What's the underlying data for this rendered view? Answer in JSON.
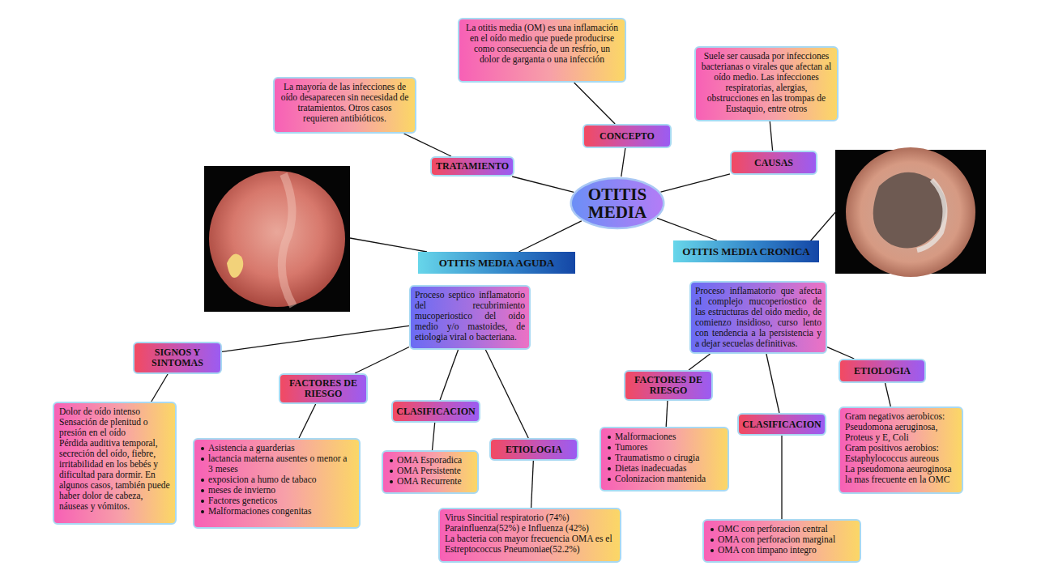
{
  "diagram": {
    "nodes": [
      {
        "text": [
          "La otitis media (OM) es una inflamación en el oído medio que puede producirse como consecuencia de un resfrío, un dolor de garganta o una infección"
        ]
      },
      {
        "text": [
          "Suele ser causada por infecciones bacterianas o virales que afectan al oído medio. Las infecciones respiratorias, alergias, obstrucciones en las trompas de Eustaquio, entre otros"
        ]
      },
      {
        "text": [
          "La mayoría de las infecciones de oído desaparecen sin necesidad de tratamientos. Otros casos requieren antibióticos."
        ]
      },
      {
        "text": [
          "CONCEPTO"
        ]
      },
      {
        "text": [
          "CAUSAS"
        ]
      },
      {
        "text": [
          "TRATAMIENTO"
        ]
      },
      {
        "text": [
          "OTITIS MEDIA"
        ]
      },
      {
        "text": [
          "OTITIS MEDIA AGUDA"
        ]
      },
      {
        "text": [
          "OTITIS MEDIA CRONICA"
        ]
      },
      {
        "text": [
          "Proceso septico inflamatorio del recubrimiento mucoperiostico del oido medio y/o mastoides, de etiologia viral o bacteriana."
        ]
      },
      {
        "text": [
          "Proceso inflamatorio que afecta al complejo mucoperiostico de las estructuras del oido medio, de comienzo insidioso, curso lento con tendencia a la persistencia y a dejar secuelas definitivas."
        ]
      },
      {
        "text": [
          "SIGNOS Y SINTOMAS"
        ]
      },
      {
        "text": [
          "FACTORES DE RIESGO"
        ]
      },
      {
        "text": [
          "CLASIFICACION"
        ]
      },
      {
        "text": [
          "ETIOLOGIA"
        ]
      },
      {
        "text": [
          "FACTORES DE RIESGO"
        ]
      },
      {
        "text": [
          "CLASIFICACION"
        ]
      },
      {
        "text": [
          "ETIOLOGIA"
        ]
      },
      {
        "text": [
          "Dolor de oído intenso",
          "Sensación de plenitud o presión en el oído",
          "Pérdida auditiva temporal, secreción del oído, fiebre, irritabilidad en los bebés y dificultad para dormir. En algunos casos, también puede haber dolor de cabeza, náuseas y vómitos."
        ]
      },
      {
        "text": [
          "Asistencia a guarderias",
          "lactancia materna ausentes o menor a 3 meses",
          "exposicion a humo de tabaco",
          "meses de invierno",
          "Factores geneticos",
          "Malformaciones congenitas"
        ]
      },
      {
        "text": [
          "OMA Esporadica",
          "OMA Persistente",
          "OMA Recurrente"
        ]
      },
      {
        "text": [
          "Virus Sincitial respiratorio (74%)",
          "Parainfluenza(52%) e Influenza (42%)",
          "La bacteria con mayor frecuencia OMA es el Estreptococcus Pneumoniae(52.2%)"
        ]
      },
      {
        "text": [
          "Malformaciones",
          "Tumores",
          "Traumatismo o cirugia",
          "Dietas inadecuadas",
          "Colonizacion mantenida"
        ]
      },
      {
        "text": [
          "OMC con perforacion central",
          "OMA con perforacion marginal",
          "OMA con timpano integro"
        ]
      },
      {
        "text": [
          "Gram negativos aerobicos:",
          "Pseudomona aeruginosa, Proteus y E, Coli",
          "Gram positivos aerobios:",
          "Estaphylococcus aureous",
          "La pseudomona aeuroginosa la mas frecuente en la OMC"
        ]
      }
    ],
    "edges": [
      {
        "from": 6,
        "to": 3,
        "arrow": "none"
      },
      {
        "from": 3,
        "to": 0,
        "arrow": "none"
      },
      {
        "from": 6,
        "to": 4,
        "arrow": "none"
      },
      {
        "from": 4,
        "to": 1,
        "arrow": "none"
      },
      {
        "from": 6,
        "to": 5,
        "arrow": "none"
      },
      {
        "from": 5,
        "to": 2,
        "arrow": "none"
      },
      {
        "from": 6,
        "to": 7,
        "arrow": "none"
      },
      {
        "from": 6,
        "to": 8,
        "arrow": "none"
      },
      {
        "from": 9,
        "to": 11,
        "arrow": "none"
      },
      {
        "from": 9,
        "to": 12,
        "arrow": "none"
      },
      {
        "from": 9,
        "to": 13,
        "arrow": "none"
      },
      {
        "from": 9,
        "to": 14,
        "arrow": "none"
      },
      {
        "from": 11,
        "to": 18,
        "arrow": "none"
      },
      {
        "from": 12,
        "to": 19,
        "arrow": "none"
      },
      {
        "from": 13,
        "to": 20,
        "arrow": "none"
      },
      {
        "from": 14,
        "to": 21,
        "arrow": "none"
      },
      {
        "from": 10,
        "to": 15,
        "arrow": "none"
      },
      {
        "from": 10,
        "to": 16,
        "arrow": "none"
      },
      {
        "from": 10,
        "to": 17,
        "arrow": "none"
      },
      {
        "from": 15,
        "to": 22,
        "arrow": "none"
      },
      {
        "from": 16,
        "to": 23,
        "arrow": "none"
      },
      {
        "from": 17,
        "to": 24,
        "arrow": "none"
      }
    ]
  }
}
